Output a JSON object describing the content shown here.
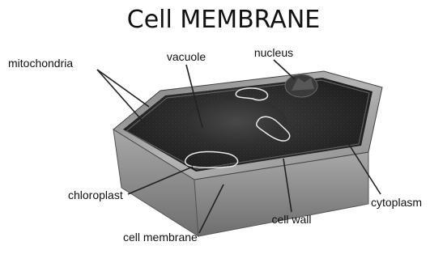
{
  "title": "Cell MEMBRANE",
  "labels": {
    "mitochondria": "mitochondria",
    "vacuole": "vacuole",
    "nucleus": "nucleus",
    "chloroplast": "chloroplast",
    "cytoplasm": "cytoplasm",
    "cell_wall": "cell wall",
    "cell_membrane": "cell membrane"
  },
  "colors": {
    "interior_dark": "#2a2a2a",
    "wall_light": "#9a9a9a",
    "organelle_outline": "#e8e8e8"
  }
}
